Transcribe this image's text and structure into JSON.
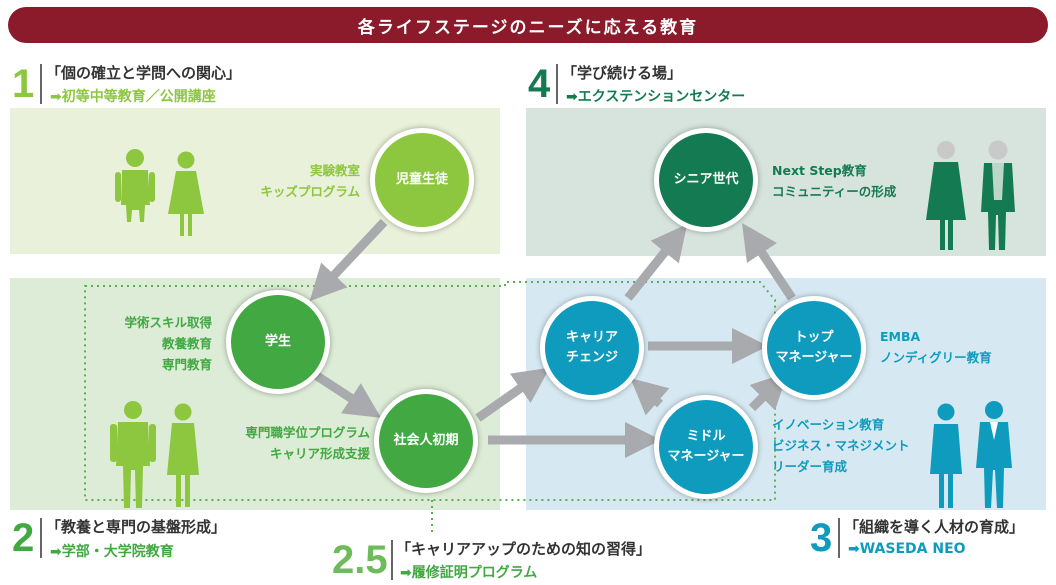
{
  "banner": {
    "title": "各ライフステージのニーズに応える教育"
  },
  "colors": {
    "green_light": "#8dc63f",
    "green": "#41a842",
    "green_dark": "#137a52",
    "teal": "#0e9bbd",
    "banner": "#8b1a2b",
    "arrow": "#a8aaad"
  },
  "sections": {
    "s1": {
      "number": "1",
      "title": "「個の確立と学問への関心」",
      "link": "➡初等中等教育／公開講座"
    },
    "s4": {
      "number": "4",
      "title": "「学び続ける場」",
      "link": "➡エクステンションセンター"
    },
    "s2": {
      "number": "2",
      "title": "「教養と専門の基盤形成」",
      "link": "➡学部・大学院教育"
    },
    "s25": {
      "number": "2.5",
      "title": "「キャリアアップのための知の習得」",
      "link": "➡履修証明プログラム"
    },
    "s3": {
      "number": "3",
      "title": "「組織を導く人材の育成」",
      "link": "➡WASEDA NEO"
    }
  },
  "nodes": {
    "child": "児童生徒",
    "student": "学生",
    "worker": "社会人初期",
    "career_change": [
      "キャリア",
      "チェンジ"
    ],
    "middle": [
      "ミドル",
      "マネージャー"
    ],
    "top": [
      "トップ",
      "マネージャー"
    ],
    "senior": "シニア世代"
  },
  "notes": {
    "lab": [
      "実験教室",
      "キッズプログラム"
    ],
    "academic": [
      "学術スキル取得",
      "教養教育",
      "専門教育"
    ],
    "professional": [
      "専門職学位プログラム",
      "キャリア形成支援"
    ],
    "nextstep": [
      "Next Step教育",
      "コミュニティーの形成"
    ],
    "emba": [
      "EMBA",
      "ノンディグリー教育"
    ],
    "innovation": [
      "イノベーション教育",
      "ビジネス・マネジメント",
      "リーダー育成"
    ]
  },
  "icons": [
    "child-pair-icon",
    "student-pair-icon",
    "senior-pair-icon",
    "business-pair-icon"
  ]
}
